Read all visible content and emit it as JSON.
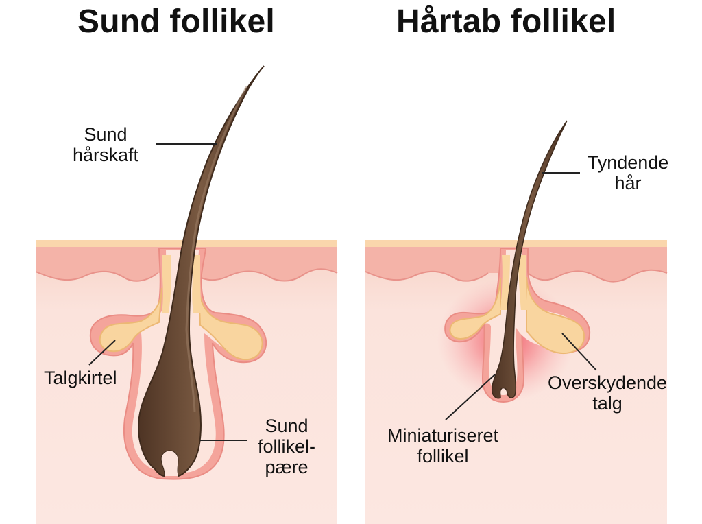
{
  "panels": [
    {
      "title": "Sund follikel",
      "labels": {
        "shaft": [
          "Sund",
          "hårskaft"
        ],
        "gland": [
          "Talgkirtel"
        ],
        "papilla": [
          "Sund",
          "follikel-",
          "pære"
        ]
      }
    },
    {
      "title": "Hårtab follikel",
      "labels": {
        "hair": [
          "Tyndende",
          "hår"
        ],
        "sebum": [
          "Overskydende",
          "talg"
        ],
        "follicle": [
          "Miniaturiseret",
          "follikel"
        ]
      }
    }
  ],
  "colors": {
    "skin_top": "#f2b1a7",
    "skin_bottom": "#fbe3dc",
    "epidermis_band": "#fad6ac",
    "follicle_sheath": "#f4a49b",
    "sebaceous": "#f9d59f",
    "hair": "#6a4a34",
    "inflammation": "#ef3c4c"
  }
}
